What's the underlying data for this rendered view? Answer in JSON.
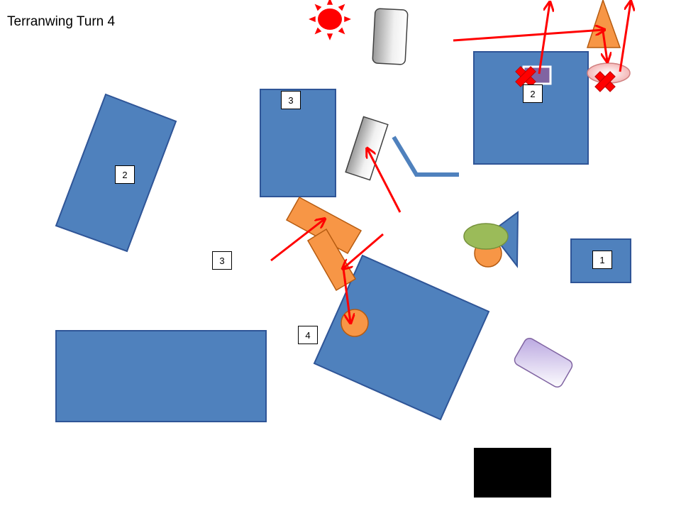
{
  "title": "Terranwing Turn 4",
  "colors": {
    "terrain": "#4F81BD",
    "terrain_edge": "#2F5597",
    "orange": "#F79646",
    "orange_edge": "#B65B10",
    "arrow": "#FF0000",
    "cross": "#FF0000",
    "green": "#9BBB59",
    "purple": "#8064A2",
    "lavender": "#CDBEEA",
    "pink": "#F4C2C2",
    "objective": "#000000"
  },
  "labels": {
    "terrain_left": "2",
    "terrain_top_center": "3",
    "terrain_top_right": "2",
    "terrain_right_small": "1",
    "marker_center_left": "3",
    "marker_bottom": "4"
  }
}
